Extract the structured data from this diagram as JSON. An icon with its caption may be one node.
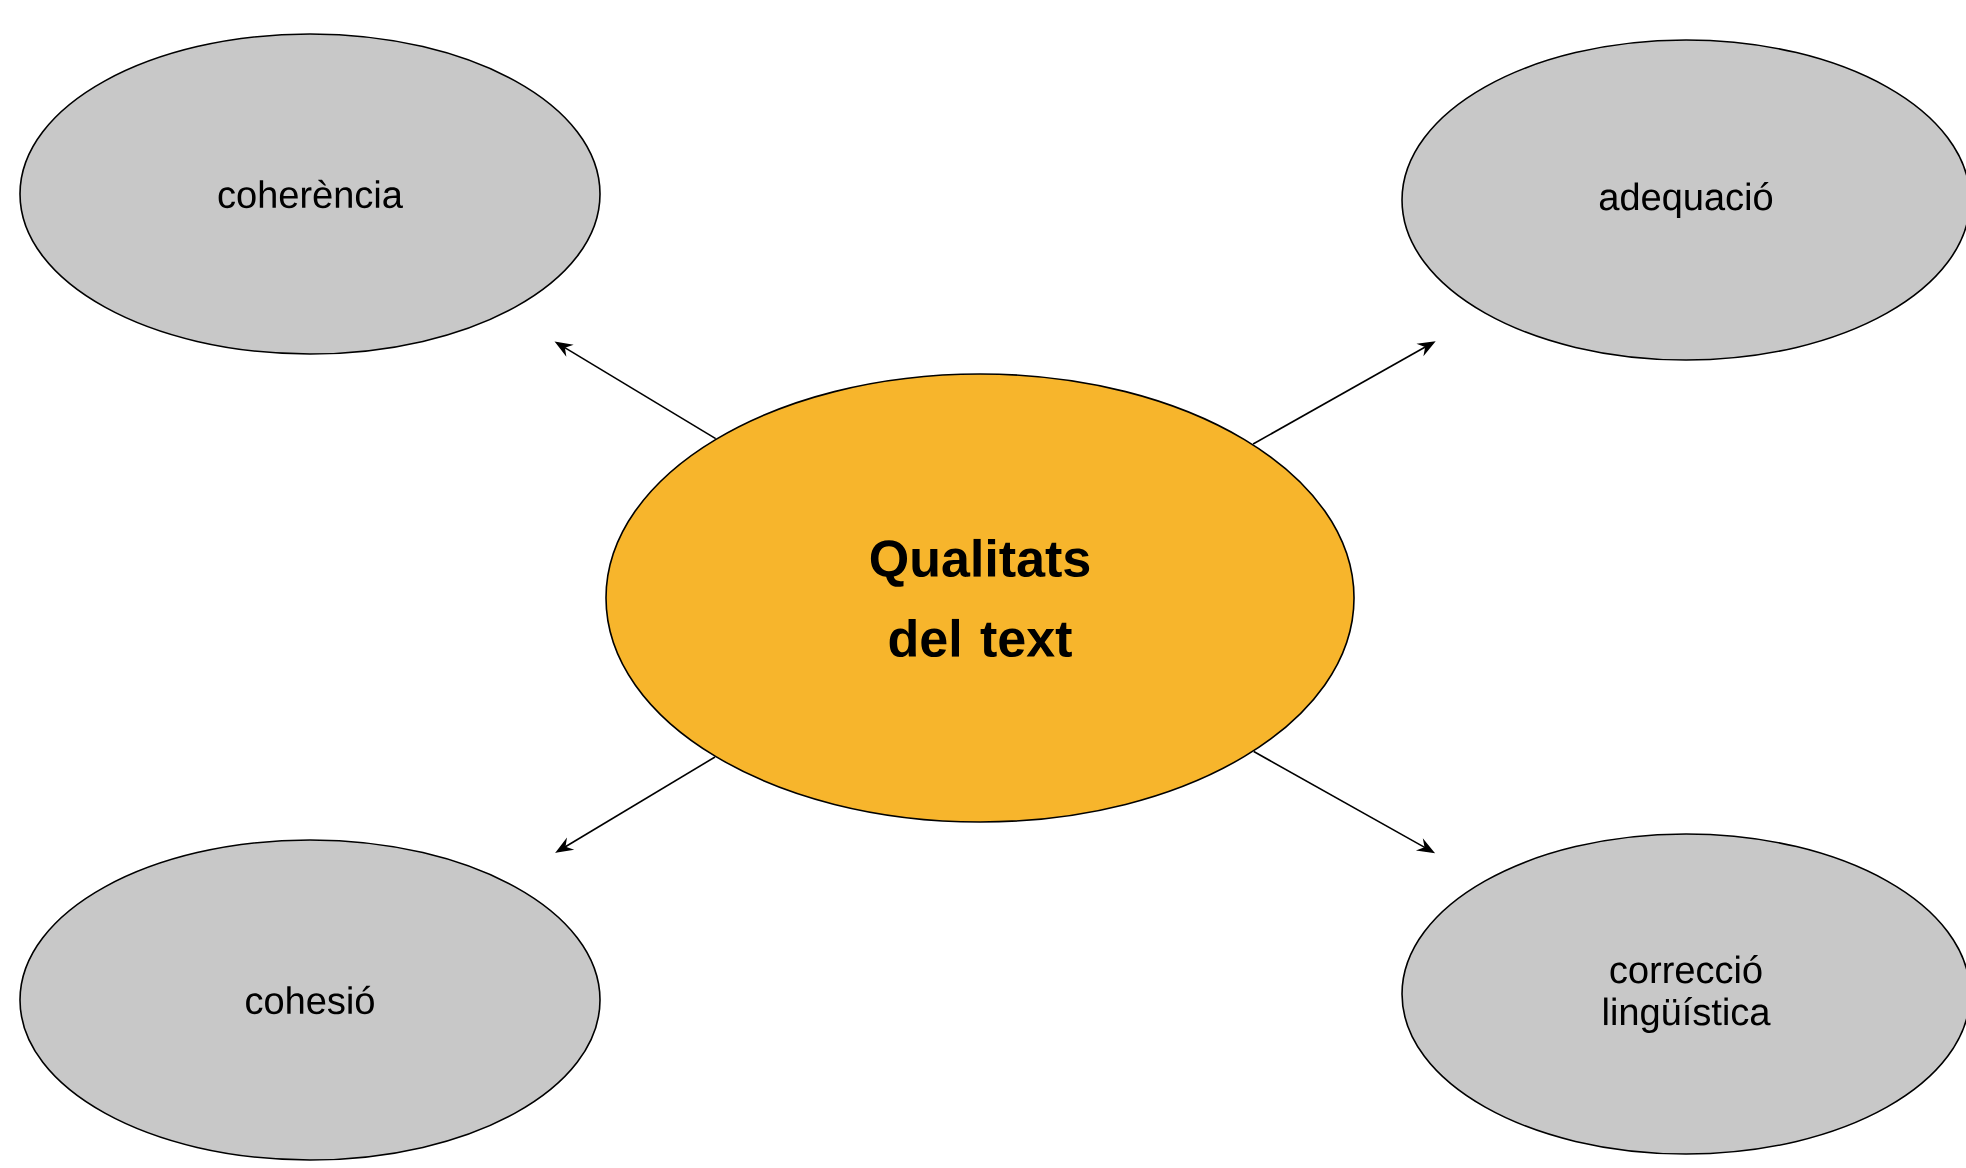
{
  "diagram": {
    "nodes": [
      {
        "text": [
          "Qualitats del text"
        ]
      },
      {
        "text": [
          "coherència"
        ]
      },
      {
        "text": [
          "adequació"
        ]
      },
      {
        "text": [
          "cohesió"
        ]
      },
      {
        "text": [
          "correcció lingüística"
        ]
      }
    ],
    "edges": [
      {
        "from": 0,
        "to": 1,
        "arrow": "to"
      },
      {
        "from": 0,
        "to": 2,
        "arrow": "to"
      },
      {
        "from": 0,
        "to": 3,
        "arrow": "to"
      },
      {
        "from": 0,
        "to": 4,
        "arrow": "to"
      }
    ]
  }
}
